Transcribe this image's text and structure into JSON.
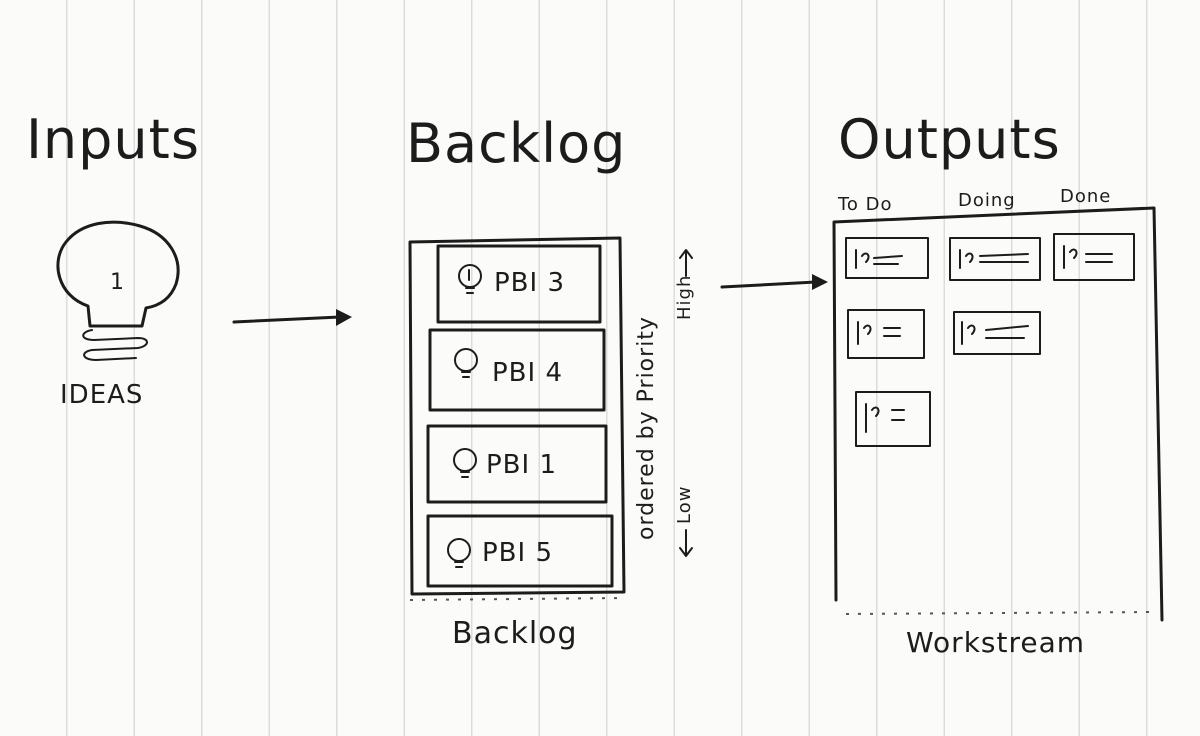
{
  "sections": {
    "inputs": "Inputs",
    "backlog": "Backlog",
    "outputs": "Outputs"
  },
  "bulb": {
    "number": "1",
    "label": "IDEAS"
  },
  "backlog": {
    "items": [
      "PBI 3",
      "PBI 4",
      "PBI 1",
      "PBI 5"
    ],
    "priority_label": "ordered by Priority",
    "high_label": "High",
    "low_label": "Low",
    "caption": "Backlog"
  },
  "workstream": {
    "columns": [
      "To Do",
      "Doing",
      "Done"
    ],
    "caption": "Workstream"
  }
}
